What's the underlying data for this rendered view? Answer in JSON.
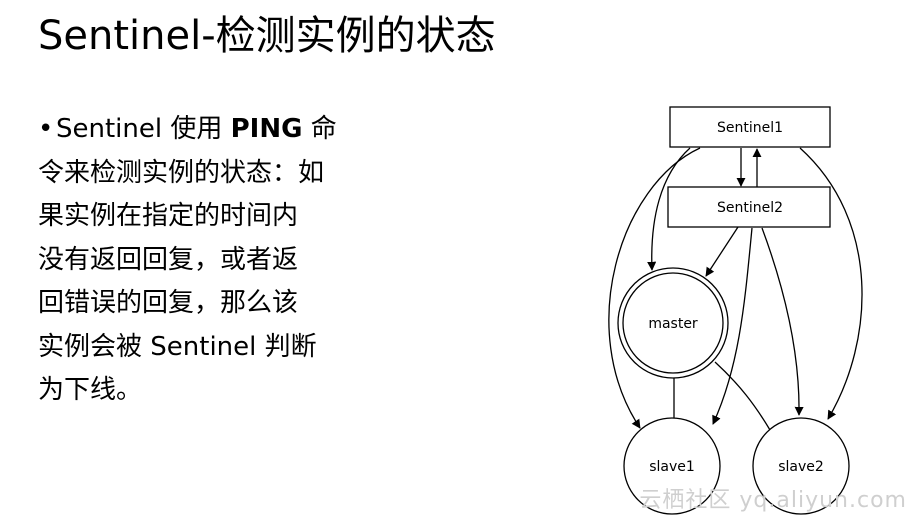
{
  "slide": {
    "title": "Sentinel-检测实例的状态",
    "bullet": {
      "line1_pre": "Sentinel 使用 ",
      "line1_bold": "PING",
      "line1_post": " 命",
      "line2": "令来检测实例的状态：如",
      "line3": "果实例在指定的时间内",
      "line4": "没有返回回复，或者返",
      "line5": "回错误的回复，那么该",
      "line6": "实例会被 Sentinel 判断",
      "line7": "为下线。"
    }
  },
  "diagram": {
    "nodes": {
      "sentinel1": "Sentinel1",
      "sentinel2": "Sentinel2",
      "master": "master",
      "slave1": "slave1",
      "slave2": "slave2"
    },
    "edges": [
      {
        "from": "Sentinel1",
        "to": "Sentinel2"
      },
      {
        "from": "Sentinel2",
        "to": "Sentinel1"
      },
      {
        "from": "Sentinel1",
        "to": "master"
      },
      {
        "from": "Sentinel1",
        "to": "slave1"
      },
      {
        "from": "Sentinel1",
        "to": "slave2"
      },
      {
        "from": "Sentinel2",
        "to": "master"
      },
      {
        "from": "Sentinel2",
        "to": "slave1"
      },
      {
        "from": "Sentinel2",
        "to": "slave2"
      },
      {
        "from": "master",
        "to": "slave1"
      },
      {
        "from": "master",
        "to": "slave2"
      }
    ]
  },
  "watermark": "云栖社区 yq.aliyun.com"
}
